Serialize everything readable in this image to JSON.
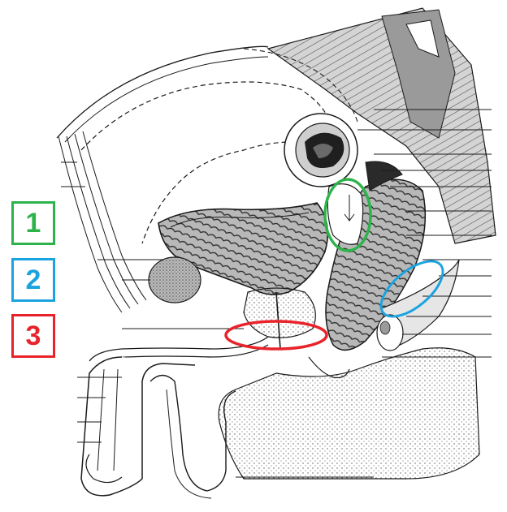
{
  "labels": [
    {
      "text": "1",
      "color": "#2db34a"
    },
    {
      "text": "2",
      "color": "#1ba3df"
    },
    {
      "text": "3",
      "color": "#e8232a"
    }
  ],
  "highlight_colors": {
    "ellipse_1": "#2db34a",
    "ellipse_2": "#1ba3df",
    "ellipse_3": "#e8232a"
  },
  "line_color": "#1a1a1a"
}
